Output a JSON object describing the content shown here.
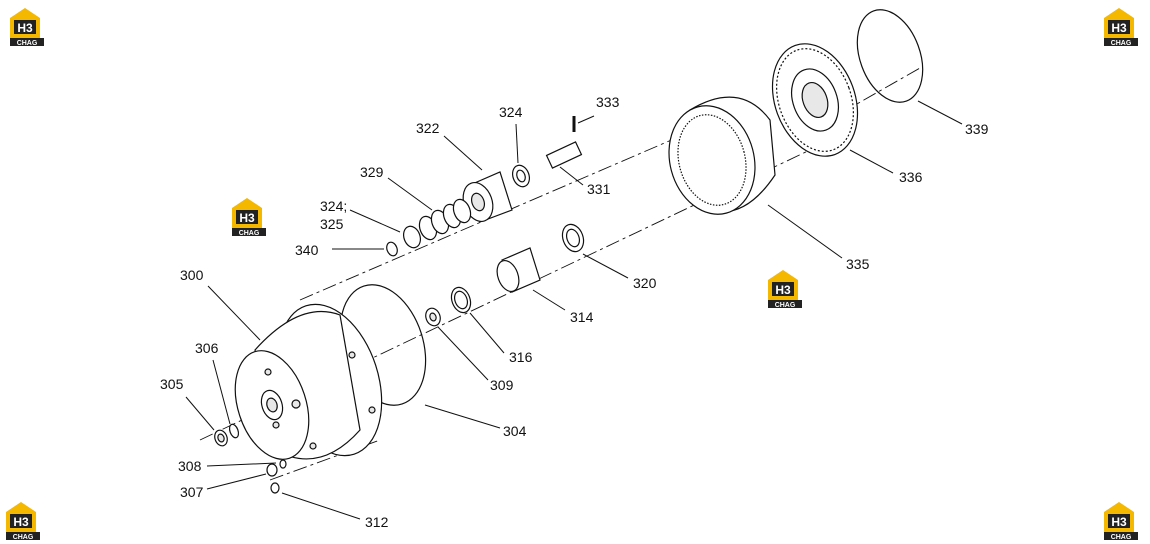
{
  "colors": {
    "logo_yellow": "#f5b800",
    "logo_dark": "#222222",
    "line": "#111111"
  },
  "logo": {
    "mark": "H3",
    "sub": "CHAG"
  },
  "callouts": [
    {
      "id": "333",
      "label": "333"
    },
    {
      "id": "324a",
      "label": "324"
    },
    {
      "id": "322",
      "label": "322"
    },
    {
      "id": "329",
      "label": "329"
    },
    {
      "id": "331",
      "label": "331"
    },
    {
      "id": "324b",
      "label": "324;"
    },
    {
      "id": "325",
      "label": "325"
    },
    {
      "id": "340",
      "label": "340"
    },
    {
      "id": "300",
      "label": "300"
    },
    {
      "id": "306",
      "label": "306"
    },
    {
      "id": "305",
      "label": "305"
    },
    {
      "id": "308",
      "label": "308"
    },
    {
      "id": "307",
      "label": "307"
    },
    {
      "id": "312",
      "label": "312"
    },
    {
      "id": "304",
      "label": "304"
    },
    {
      "id": "309",
      "label": "309"
    },
    {
      "id": "316",
      "label": "316"
    },
    {
      "id": "314",
      "label": "314"
    },
    {
      "id": "320",
      "label": "320"
    },
    {
      "id": "335",
      "label": "335"
    },
    {
      "id": "336",
      "label": "336"
    },
    {
      "id": "339",
      "label": "339"
    }
  ]
}
